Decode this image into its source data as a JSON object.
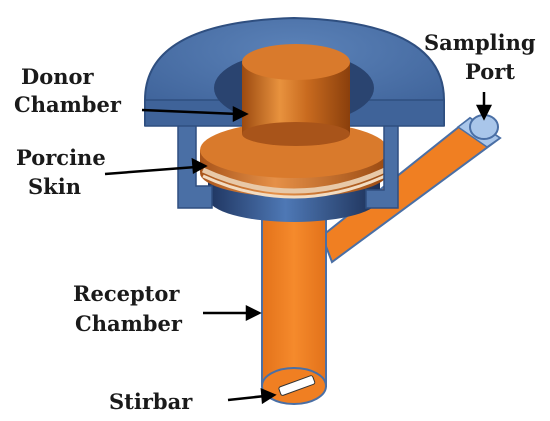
{
  "labels": {
    "donor_line1": "Donor",
    "donor_line2": "Chamber",
    "sampling_line1": "Sampling",
    "sampling_line2": "Port",
    "skin_line1": "Porcine",
    "skin_line2": "Skin",
    "receptor_line1": "Receptor",
    "receptor_line2": "Chamber",
    "stirbar": "Stirbar"
  },
  "colors": {
    "glass_blue": "#4a6fa5",
    "glass_blue_dark": "#2f4f80",
    "copper": "#c96b1f",
    "copper_light": "#e8923e",
    "receptor_orange": "#f07f22",
    "skin_tan": "#e8c9a8",
    "port_light_blue": "#a9c6ea"
  }
}
